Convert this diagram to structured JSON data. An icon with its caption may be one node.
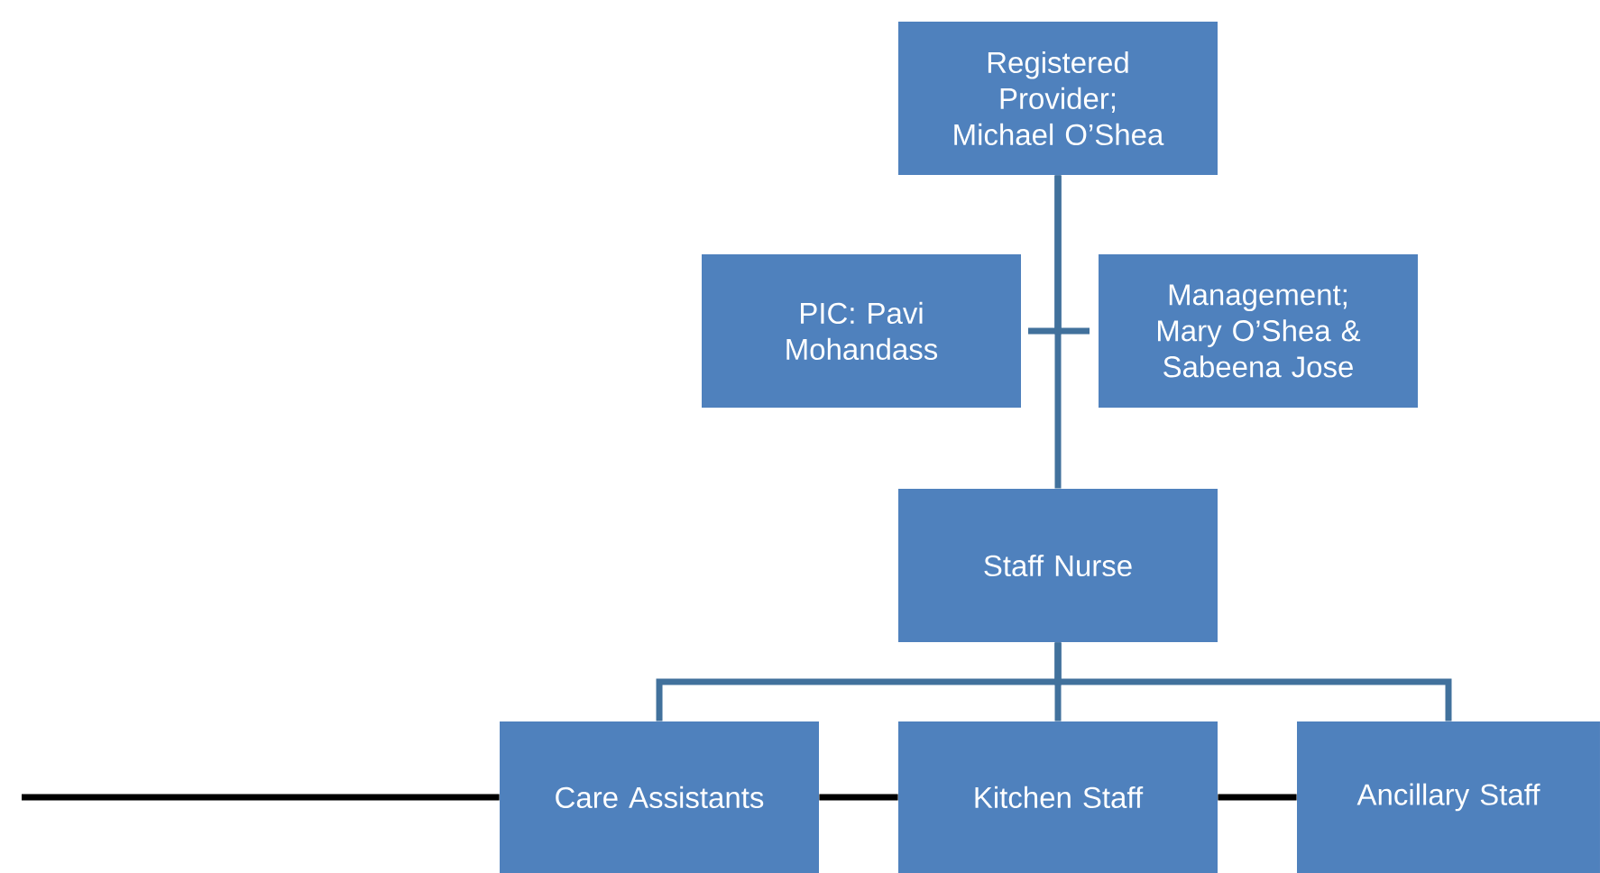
{
  "diagram": {
    "nodes": [
      {
        "text": [
          "Registered Provider; Michael O’Shea"
        ]
      },
      {
        "text": [
          "PIC: Pavi Mohandass"
        ]
      },
      {
        "text": [
          "Management; Mary O’Shea & Sabeena Jose"
        ]
      },
      {
        "text": [
          "Staff Nurse"
        ]
      },
      {
        "text": [
          "Care Assistants"
        ]
      },
      {
        "text": [
          "Kitchen Staff"
        ]
      },
      {
        "text": [
          "Ancillary Staff"
        ]
      }
    ],
    "edges": [
      {
        "from": 0,
        "to": 3,
        "arrow": "none"
      },
      {
        "from": 0,
        "to": 1,
        "arrow": "none"
      },
      {
        "from": 0,
        "to": 2,
        "arrow": "none"
      },
      {
        "from": 3,
        "to": 4,
        "arrow": "none"
      },
      {
        "from": 3,
        "to": 5,
        "arrow": "none"
      },
      {
        "from": 3,
        "to": 6,
        "arrow": "none"
      },
      {
        "from": null,
        "to": 4,
        "arrow": "none",
        "color": "#000000"
      },
      {
        "from": 4,
        "to": 5,
        "arrow": "none",
        "color": "#000000"
      },
      {
        "from": 5,
        "to": 6,
        "arrow": "none",
        "color": "#000000"
      }
    ]
  }
}
